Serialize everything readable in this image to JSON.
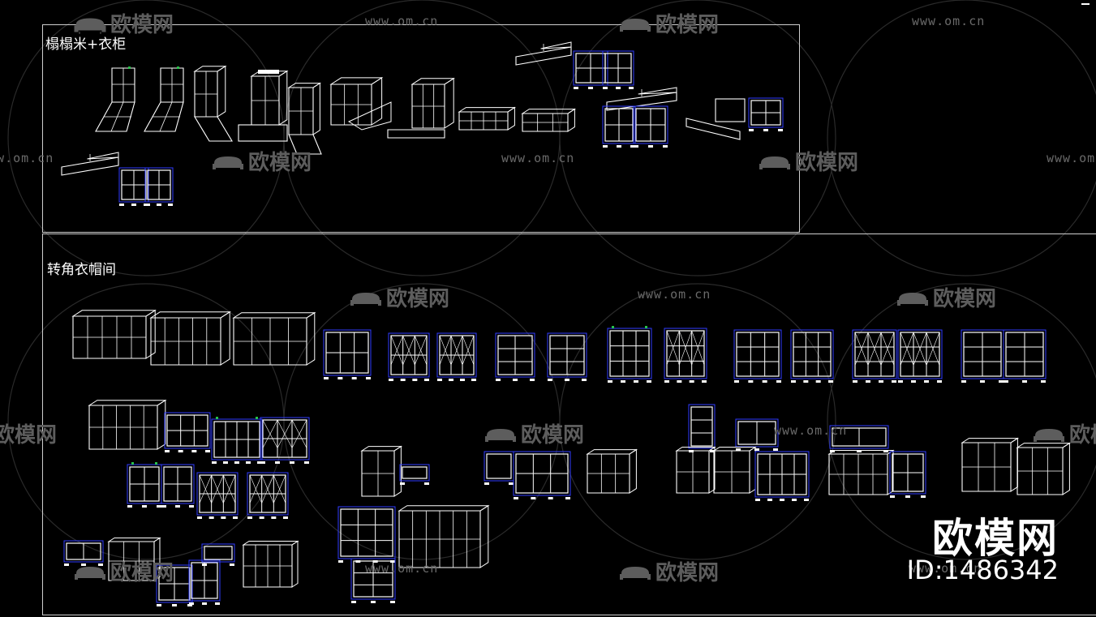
{
  "sections": {
    "tatami": {
      "label": "榻榻米+衣柜"
    },
    "corner": {
      "label": "转角衣帽间"
    }
  },
  "watermark": {
    "url": "www.om.cn",
    "logo": "欧模网"
  },
  "brand": {
    "name": "欧模网",
    "id": "ID:1486342"
  },
  "colors": {
    "background": "#000000",
    "frame": "#d0d0d0",
    "drawing_line": "#ffffff",
    "dimension_blue": "#2f3cff",
    "dimension_green": "#27c24a",
    "watermark": "#5d5d5d"
  }
}
